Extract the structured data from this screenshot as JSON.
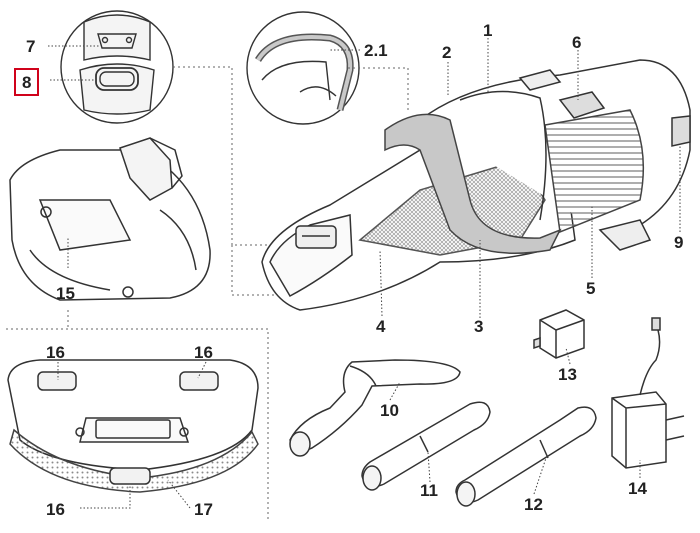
{
  "diagram": {
    "colors": {
      "outline": "#333333",
      "mesh": "#9a9a9a",
      "leader": "#444444",
      "highlight": "#d0021b"
    },
    "callouts": {
      "c1": "1",
      "c2": "2",
      "c2_1": "2.1",
      "c3": "3",
      "c4": "4",
      "c5": "5",
      "c6": "6",
      "c7": "7",
      "c8": "8",
      "c9": "9",
      "c10": "10",
      "c11": "11",
      "c12": "12",
      "c13": "13",
      "c14": "14",
      "c15": "15",
      "c16a": "16",
      "c16b": "16",
      "c16c": "16",
      "c17": "17"
    },
    "highlighted_part": "8"
  }
}
